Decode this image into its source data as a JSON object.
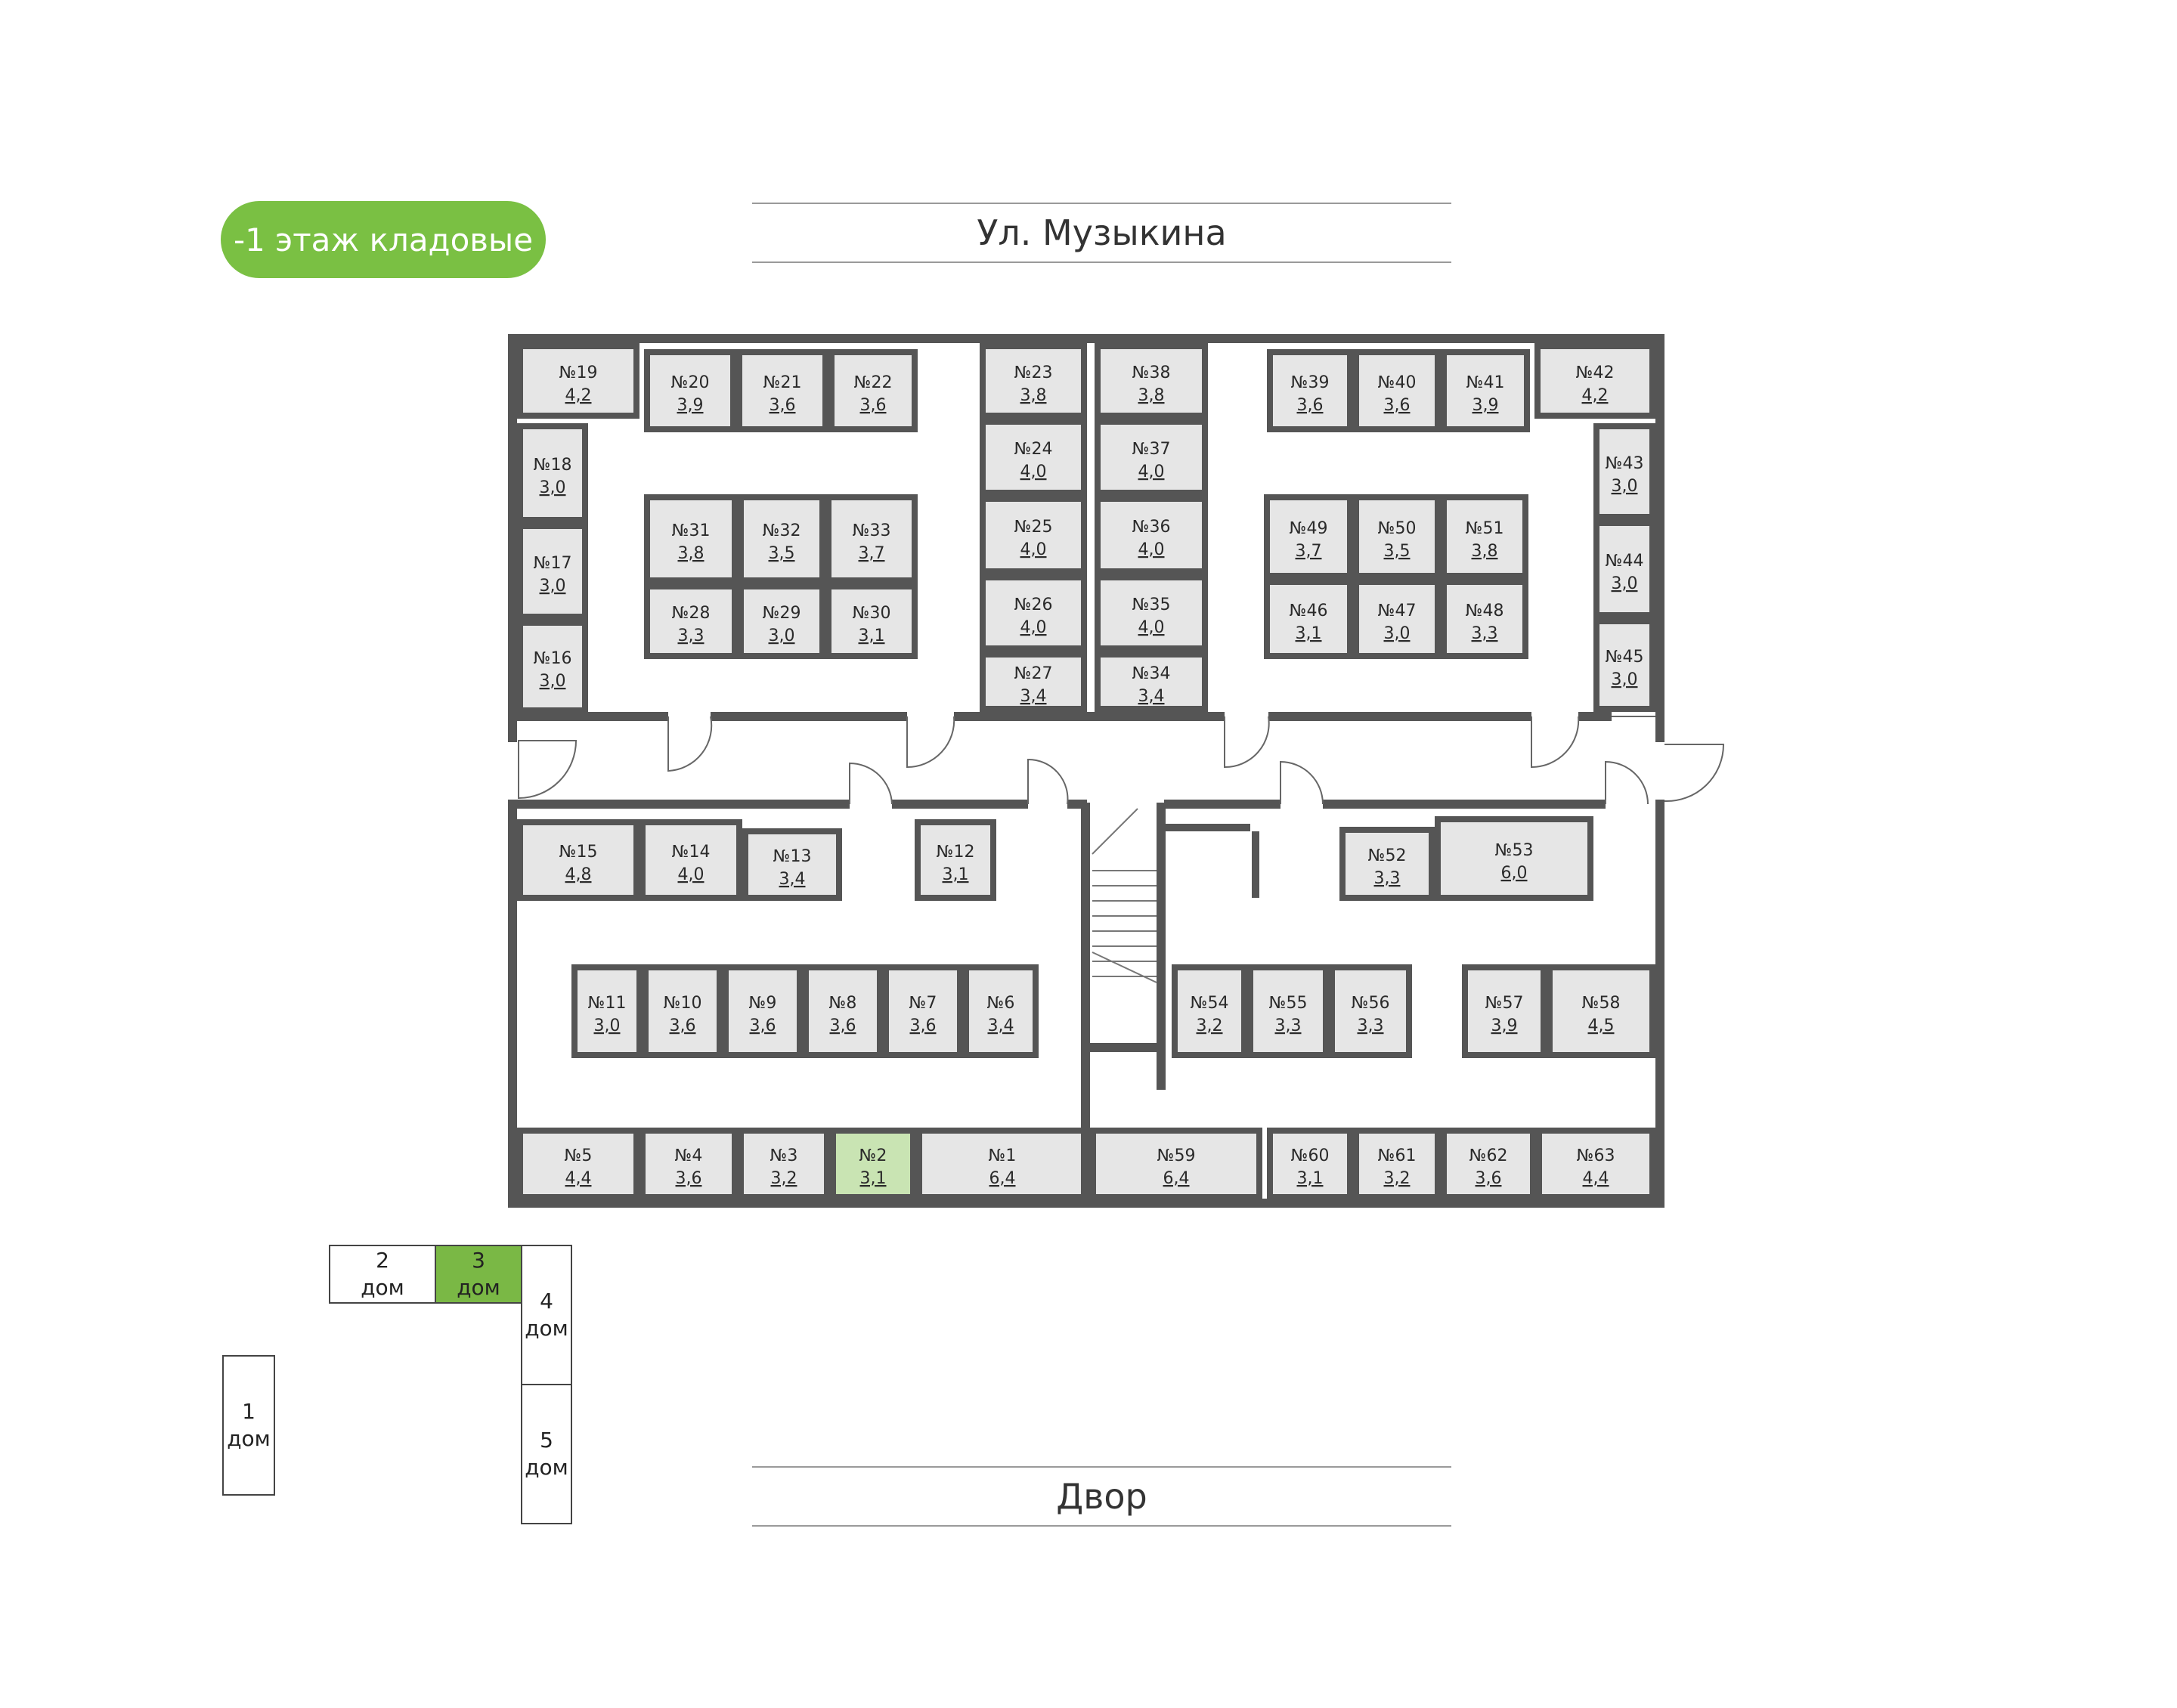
{
  "badge": {
    "label": "-1 этаж кладовые",
    "color": "#7ac043"
  },
  "street_top": "Ул. Музыкина",
  "street_bottom": "Двор",
  "highlight_color": "#c9e4b3",
  "rooms": [
    {
      "no": "№1",
      "area": "6,4"
    },
    {
      "no": "№2",
      "area": "3,1",
      "highlight": true
    },
    {
      "no": "№3",
      "area": "3,2"
    },
    {
      "no": "№4",
      "area": "3,6"
    },
    {
      "no": "№5",
      "area": "4,4"
    },
    {
      "no": "№6",
      "area": "3,4"
    },
    {
      "no": "№7",
      "area": "3,6"
    },
    {
      "no": "№8",
      "area": "3,6"
    },
    {
      "no": "№9",
      "area": "3,6"
    },
    {
      "no": "№10",
      "area": "3,6"
    },
    {
      "no": "№11",
      "area": "3,0"
    },
    {
      "no": "№12",
      "area": "3,1"
    },
    {
      "no": "№13",
      "area": "3,4"
    },
    {
      "no": "№14",
      "area": "4,0"
    },
    {
      "no": "№15",
      "area": "4,8"
    },
    {
      "no": "№16",
      "area": "3,0"
    },
    {
      "no": "№17",
      "area": "3,0"
    },
    {
      "no": "№18",
      "area": "3,0"
    },
    {
      "no": "№19",
      "area": "4,2"
    },
    {
      "no": "№20",
      "area": "3,9"
    },
    {
      "no": "№21",
      "area": "3,6"
    },
    {
      "no": "№22",
      "area": "3,6"
    },
    {
      "no": "№23",
      "area": "3,8"
    },
    {
      "no": "№24",
      "area": "4,0"
    },
    {
      "no": "№25",
      "area": "4,0"
    },
    {
      "no": "№26",
      "area": "4,0"
    },
    {
      "no": "№27",
      "area": "3,4"
    },
    {
      "no": "№28",
      "area": "3,3"
    },
    {
      "no": "№29",
      "area": "3,0"
    },
    {
      "no": "№30",
      "area": "3,1"
    },
    {
      "no": "№31",
      "area": "3,8"
    },
    {
      "no": "№32",
      "area": "3,5"
    },
    {
      "no": "№33",
      "area": "3,7"
    },
    {
      "no": "№34",
      "area": "3,4"
    },
    {
      "no": "№35",
      "area": "4,0"
    },
    {
      "no": "№36",
      "area": "4,0"
    },
    {
      "no": "№37",
      "area": "4,0"
    },
    {
      "no": "№38",
      "area": "3,8"
    },
    {
      "no": "№39",
      "area": "3,6"
    },
    {
      "no": "№40",
      "area": "3,6"
    },
    {
      "no": "№41",
      "area": "3,9"
    },
    {
      "no": "№42",
      "area": "4,2"
    },
    {
      "no": "№43",
      "area": "3,0"
    },
    {
      "no": "№44",
      "area": "3,0"
    },
    {
      "no": "№45",
      "area": "3,0"
    },
    {
      "no": "№46",
      "area": "3,1"
    },
    {
      "no": "№47",
      "area": "3,0"
    },
    {
      "no": "№48",
      "area": "3,3"
    },
    {
      "no": "№49",
      "area": "3,7"
    },
    {
      "no": "№50",
      "area": "3,5"
    },
    {
      "no": "№51",
      "area": "3,8"
    },
    {
      "no": "№52",
      "area": "3,3"
    },
    {
      "no": "№53",
      "area": "6,0"
    },
    {
      "no": "№54",
      "area": "3,2"
    },
    {
      "no": "№55",
      "area": "3,3"
    },
    {
      "no": "№56",
      "area": "3,3"
    },
    {
      "no": "№57",
      "area": "3,9"
    },
    {
      "no": "№58",
      "area": "4,5"
    },
    {
      "no": "№59",
      "area": "6,4"
    },
    {
      "no": "№60",
      "area": "3,1"
    },
    {
      "no": "№61",
      "area": "3,2"
    },
    {
      "no": "№62",
      "area": "3,6"
    },
    {
      "no": "№63",
      "area": "4,4"
    }
  ],
  "buildings": [
    {
      "num": "1",
      "word": "дом"
    },
    {
      "num": "2",
      "word": "дом"
    },
    {
      "num": "3",
      "word": "дом",
      "active": true
    },
    {
      "num": "4",
      "word": "дом"
    },
    {
      "num": "5",
      "word": "дом"
    }
  ]
}
